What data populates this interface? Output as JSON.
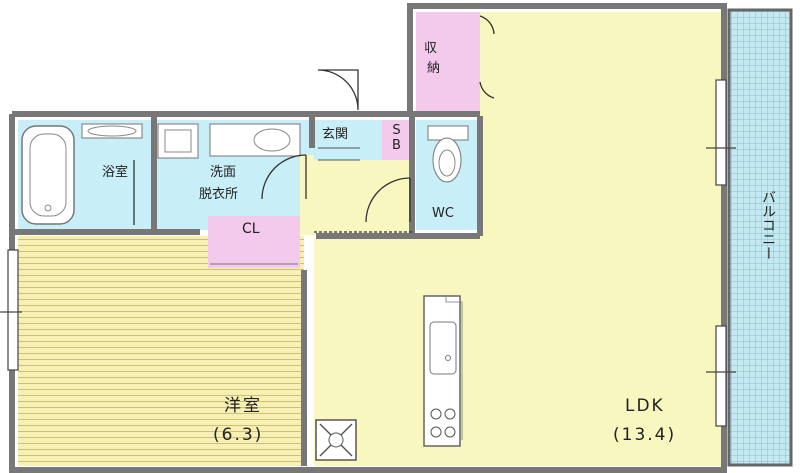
{
  "rooms": {
    "storage": {
      "label": "収納"
    },
    "entrance": {
      "label": "玄関"
    },
    "shoe_box": {
      "label": "SB"
    },
    "bathroom": {
      "label": "浴室"
    },
    "washroom": {
      "line1": "洗面",
      "line2": "脱衣所"
    },
    "toilet": {
      "label": "WC"
    },
    "closet": {
      "label": "CL"
    },
    "western_room": {
      "name": "洋室",
      "size": "(6.3)"
    },
    "ldk": {
      "name": "LDK",
      "size": "(13.4)"
    },
    "balcony": {
      "label": "バルコニー"
    }
  },
  "colors": {
    "floor": "#f8f7c0",
    "wet_area": "#c8eef7",
    "storage": "#f3c9ec",
    "tatami_floor": "#f6f0b4",
    "balcony": "#c5e9f1",
    "wall": "#777777"
  }
}
